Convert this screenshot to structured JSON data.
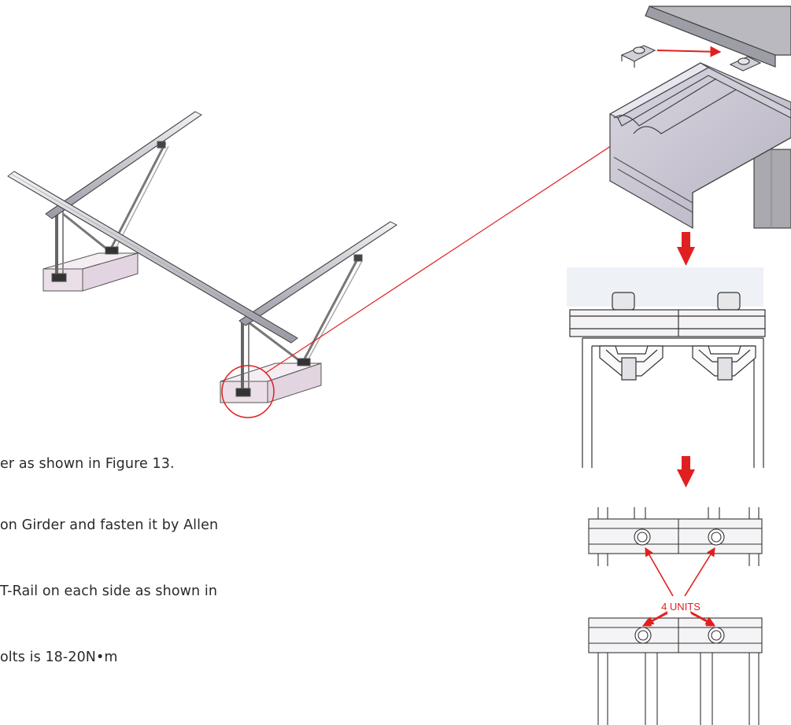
{
  "instructions": {
    "line1": "er as shown in Figure 13.",
    "line2": " on Girder and fasten it by Allen",
    "line3": "T-Rail on each side as shown in",
    "line4": "olts is 18-20N•m"
  },
  "callout": {
    "count_label": "4 UNITS"
  },
  "colors": {
    "annotation_red": "#e02020",
    "aluminum": "#cfcfd6",
    "concrete": "#ecdde8"
  }
}
